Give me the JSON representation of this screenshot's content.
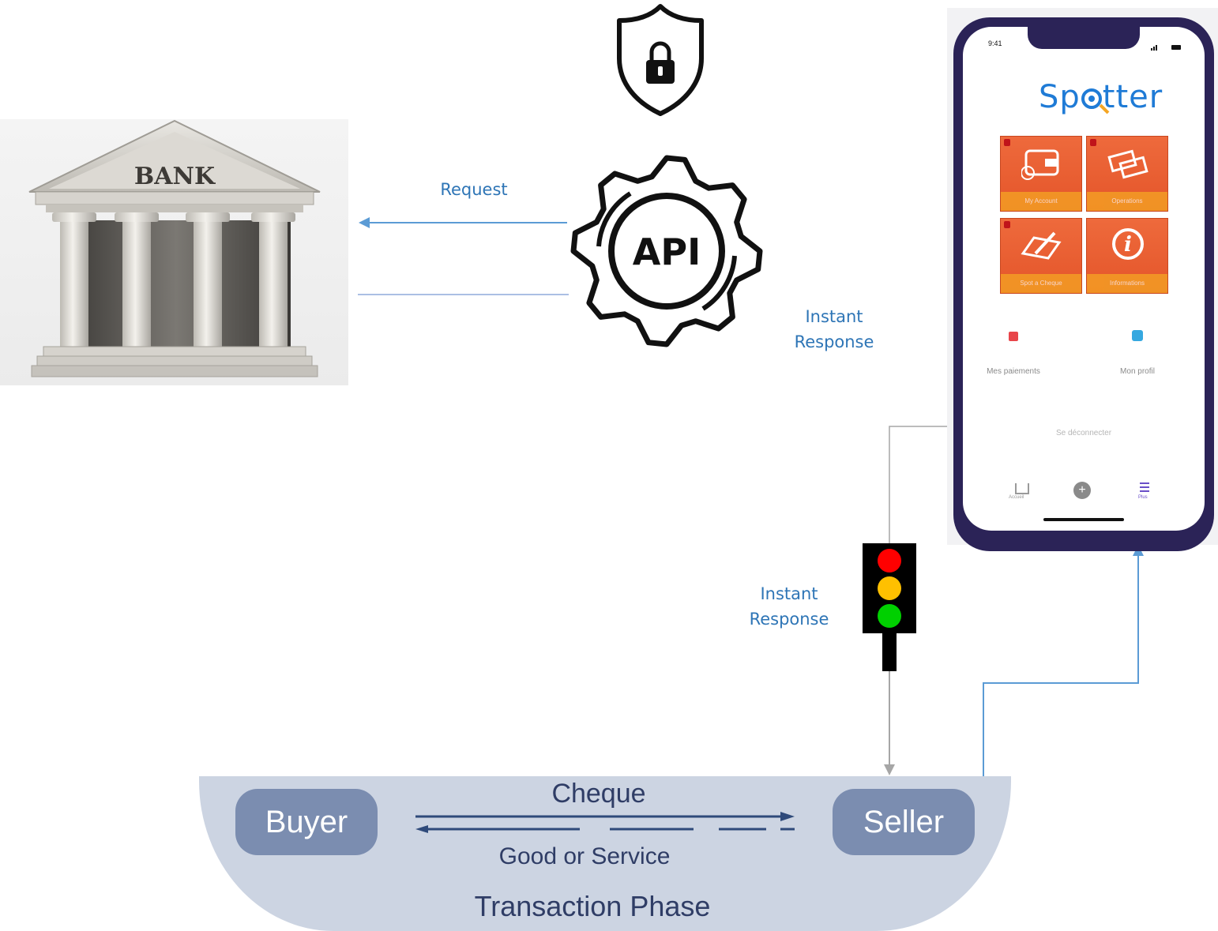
{
  "labels": {
    "request": "Request",
    "instant_response_top": "Instant\nResponse",
    "instant_response_bottom": "Instant\nResponse"
  },
  "bank": {
    "sign": "BANK",
    "icon": "bank-building-icon"
  },
  "api": {
    "text": "API",
    "icon": "gear-api-icon"
  },
  "security": {
    "icon": "shield-lock-icon"
  },
  "traffic_light": {
    "icon": "traffic-light-icon",
    "lights": [
      "#ff0000",
      "#ffc000",
      "#00d000"
    ]
  },
  "phone": {
    "time": "9:41",
    "app_name_left": "Sp",
    "app_name_right": "tter",
    "tiles": [
      {
        "label": "My Account"
      },
      {
        "label": "Operations"
      },
      {
        "label": "Spot a Cheque"
      },
      {
        "label": "Informations"
      }
    ],
    "menu": [
      {
        "label": "Mes paiements"
      },
      {
        "label": "Mon profil"
      }
    ],
    "logout": "Se déconnecter",
    "nav": {
      "home": "Accueil",
      "more": "Plus"
    }
  },
  "transaction": {
    "buyer": "Buyer",
    "seller": "Seller",
    "cheque": "Cheque",
    "goods": "Good or Service",
    "phase": "Transaction Phase"
  },
  "colors": {
    "label_blue": "#2e75b6",
    "arrow_blue": "#5b9bd5",
    "panel": "#ccd4e2",
    "pill": "#7b8db0",
    "dark_text": "#2f3d66",
    "tile_orange": "#e85d2f",
    "spotter_blue": "#1f7bd6",
    "phone_frame": "#2b2357"
  }
}
